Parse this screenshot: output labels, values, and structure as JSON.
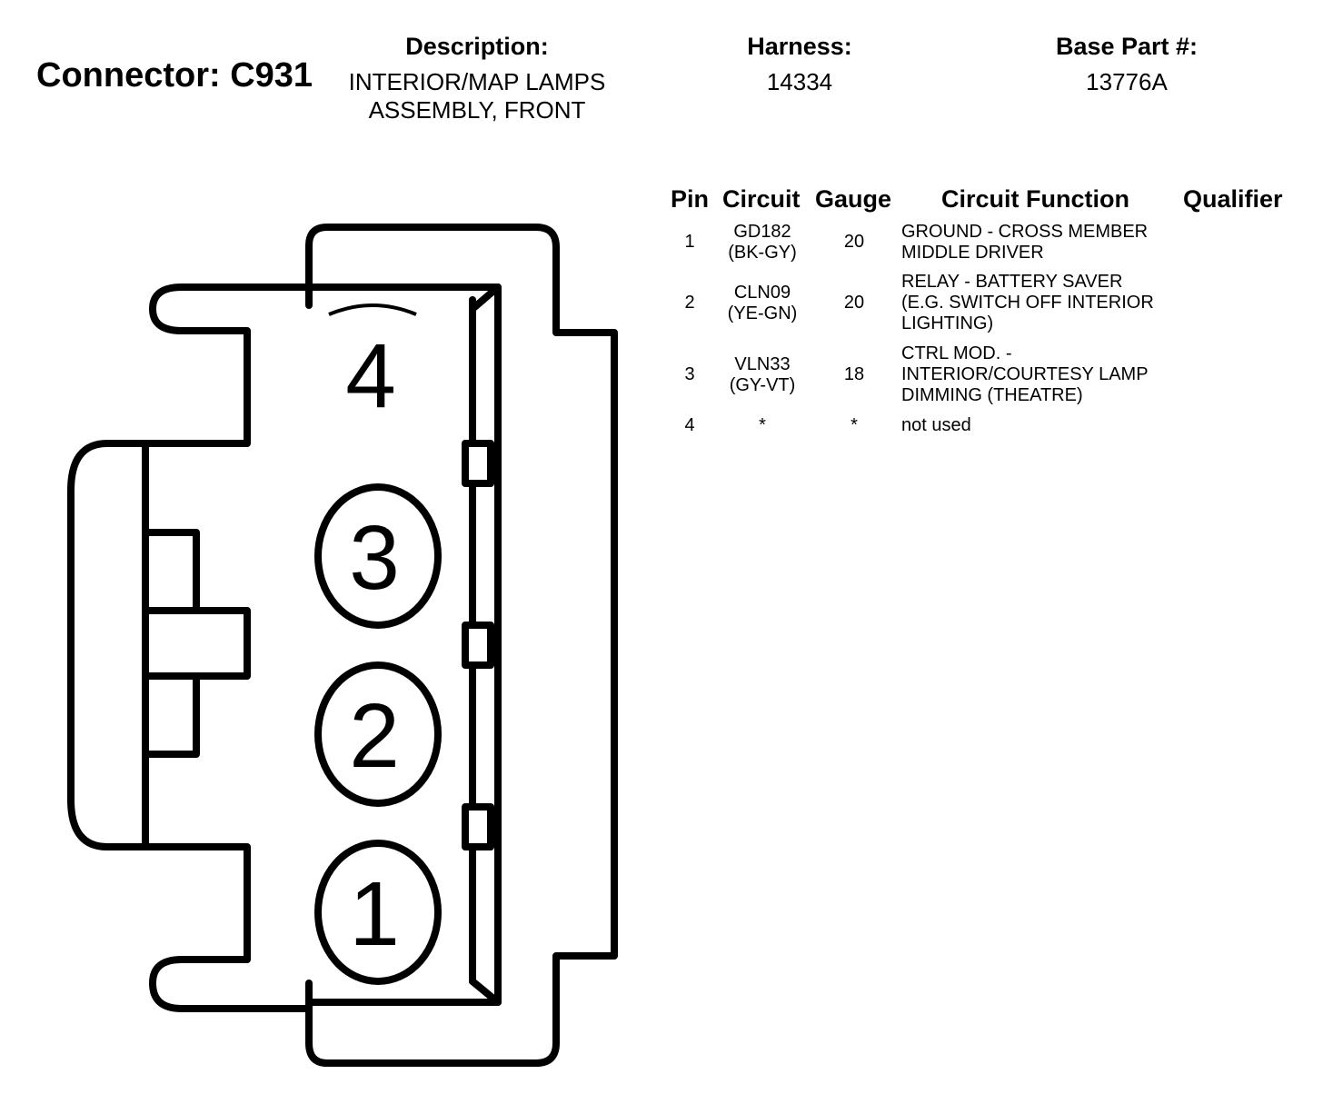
{
  "header": {
    "connector_label": "Connector: C931",
    "description_label": "Description:",
    "description_lines": [
      "INTERIOR/MAP LAMPS",
      "ASSEMBLY, FRONT"
    ],
    "harness_label": "Harness:",
    "harness_value": "14334",
    "base_part_label": "Base Part #:",
    "base_part_value": "13776A"
  },
  "table": {
    "columns": [
      "Pin",
      "Circuit",
      "Gauge",
      "Circuit Function",
      "Qualifier"
    ],
    "rows": [
      {
        "pin": "1",
        "circuit": [
          "GD182",
          "(BK-GY)"
        ],
        "gauge": "20",
        "function": [
          "GROUND - CROSS MEMBER",
          "MIDDLE DRIVER"
        ],
        "qualifier": ""
      },
      {
        "pin": "2",
        "circuit": [
          "CLN09",
          "(YE-GN)"
        ],
        "gauge": "20",
        "function": [
          "RELAY - BATTERY SAVER",
          "(E.G. SWITCH OFF INTERIOR",
          "LIGHTING)"
        ],
        "qualifier": ""
      },
      {
        "pin": "3",
        "circuit": [
          "VLN33",
          "(GY-VT)"
        ],
        "gauge": "18",
        "function": [
          "CTRL MOD. -",
          "INTERIOR/COURTESY LAMP",
          "DIMMING (THEATRE)"
        ],
        "qualifier": ""
      },
      {
        "pin": "4",
        "circuit": [
          "*"
        ],
        "gauge": "*",
        "function": [
          "not used"
        ],
        "qualifier": ""
      }
    ]
  },
  "connector_face": {
    "pins": [
      "1",
      "2",
      "3",
      "4"
    ],
    "stroke_color": "#000000",
    "fill_color": "#ffffff"
  }
}
